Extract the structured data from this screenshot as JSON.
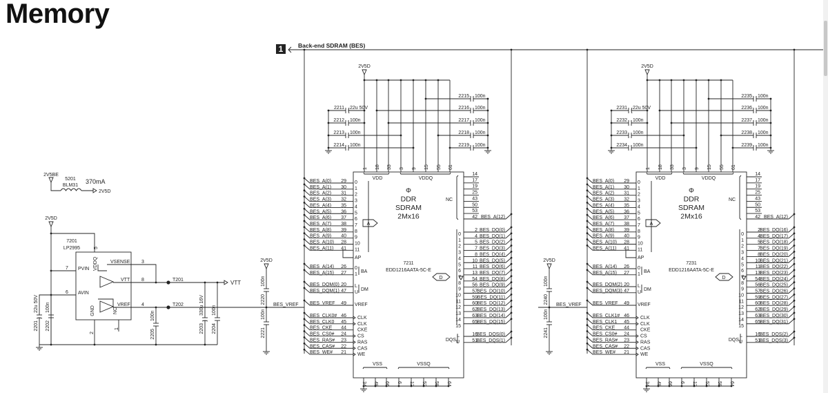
{
  "page": {
    "title": "Memory"
  },
  "sheet": {
    "marker": "1",
    "bus_label": "Back-end SDRAM (BES)"
  },
  "filter": {
    "supply": "2V5BE",
    "ref": "5201",
    "part": "BLM31",
    "current": "370mA",
    "output": "2V5D"
  },
  "regulator": {
    "supply": "2V5D",
    "ref": "7201",
    "part": "LP2995",
    "pins": {
      "vddq": "5",
      "pvin": "7",
      "avin": "6",
      "vsense": "3",
      "vtt": "8",
      "vref": "4",
      "gnd": "2",
      "nc": "1"
    },
    "labels": {
      "vddq": "VDDQ",
      "pvin": "PVIN",
      "avin": "AVIN",
      "vsense": "VSENSE",
      "vtt": "VTT",
      "vref": "VREF",
      "gnd": "GND",
      "nc": "NC"
    },
    "test_points": [
      "T201",
      "T202"
    ],
    "vtt_out": "VTT",
    "caps": [
      {
        "ref": "2201",
        "value": "22u 50V"
      },
      {
        "ref": "2202",
        "value": "100n"
      },
      {
        "ref": "2205",
        "value": "100n"
      },
      {
        "ref": "2203",
        "value": "330u 16V"
      },
      {
        "ref": "2204",
        "value": "100n"
      }
    ]
  },
  "chips": [
    {
      "ref": "7211",
      "part": "EDD1216AATA-5C-E",
      "title": [
        "Φ",
        "DDR",
        "SDRAM",
        "2Mx16"
      ],
      "supply": "2V5D",
      "vref": {
        "supply": "2V5D",
        "net": "BES_VREF",
        "caps": [
          {
            "ref": "2220",
            "value": "100n"
          },
          {
            "ref": "2221",
            "value": "100n"
          }
        ]
      },
      "decoupling_left": [
        {
          "ref": "2211",
          "value": "22u 50V"
        },
        {
          "ref": "2212",
          "value": "100n"
        },
        {
          "ref": "2213",
          "value": "100n"
        },
        {
          "ref": "2214",
          "value": "100n"
        }
      ],
      "decoupling_right": [
        {
          "ref": "2215",
          "value": "100n"
        },
        {
          "ref": "2216",
          "value": "100n"
        },
        {
          "ref": "2217",
          "value": "100n"
        },
        {
          "ref": "2218",
          "value": "100n"
        },
        {
          "ref": "2219",
          "value": "100n"
        }
      ],
      "group_labels": {
        "vdd": "VDD",
        "vddq": "VDDQ",
        "vss": "VSS",
        "vssq": "VSSQ",
        "nc": "NC",
        "ba": "BA",
        "dm": "DM",
        "dqs": "DQS",
        "ap": "AP",
        "vref": "VREF",
        "addr_port": "A",
        "data_port": "D"
      },
      "vdd_pins": [
        "1",
        "18",
        "33"
      ],
      "vddq_pins": [
        "3",
        "9",
        "15",
        "55",
        "61"
      ],
      "vss_pins": [
        "34",
        "48",
        "66"
      ],
      "vssq_pins": [
        "6",
        "12",
        "52",
        "58",
        "64"
      ],
      "address": [
        {
          "net": "BES_A(0)",
          "pin": "29",
          "idx": "0"
        },
        {
          "net": "BES_A(1)",
          "pin": "30",
          "idx": "1"
        },
        {
          "net": "BES_A(2)",
          "pin": "31",
          "idx": "2"
        },
        {
          "net": "BES_A(3)",
          "pin": "32",
          "idx": "3"
        },
        {
          "net": "BES_A(4)",
          "pin": "35",
          "idx": "4"
        },
        {
          "net": "BES_A(5)",
          "pin": "36",
          "idx": "5"
        },
        {
          "net": "BES_A(6)",
          "pin": "37",
          "idx": "6"
        },
        {
          "net": "BES_A(7)",
          "pin": "38",
          "idx": "7"
        },
        {
          "net": "BES_A(8)",
          "pin": "39",
          "idx": "8"
        },
        {
          "net": "BES_A(9)",
          "pin": "40",
          "idx": "9"
        },
        {
          "net": "BES_A(10)",
          "pin": "28",
          "idx": "10"
        },
        {
          "net": "BES_A(11)",
          "pin": "41",
          "idx": "11"
        }
      ],
      "bank": [
        {
          "net": "BES_A(14)",
          "pin": "26",
          "idx": "0"
        },
        {
          "net": "BES_A(15)",
          "pin": "27",
          "idx": "1"
        }
      ],
      "dm": [
        {
          "net": "BES_DQM(0)",
          "pin": "20",
          "idx": "L"
        },
        {
          "net": "BES_DQM(1)",
          "pin": "47",
          "idx": "U"
        }
      ],
      "vref_pin": {
        "net": "BES_VREF",
        "pin": "49"
      },
      "control": [
        {
          "net": "BES_CLK0#",
          "pin": "46",
          "func": "CLK"
        },
        {
          "net": "BES_CLK0",
          "pin": "45",
          "func": "CLK"
        },
        {
          "net": "BES_CKE",
          "pin": "44",
          "func": "CKE"
        },
        {
          "net": "BES_CS0#",
          "pin": "24",
          "func": "CS"
        },
        {
          "net": "BES_RAS#",
          "pin": "23",
          "func": "RAS"
        },
        {
          "net": "BES_CAS#",
          "pin": "22",
          "func": "CAS"
        },
        {
          "net": "BES_WE#",
          "pin": "21",
          "func": "WE"
        }
      ],
      "nc_pins": [
        "14",
        "17",
        "19",
        "25",
        "43",
        "50",
        "53"
      ],
      "a12": {
        "net": "BES_A(12)",
        "pin": "42"
      },
      "data": [
        {
          "net": "BES_DQ(0)",
          "pin": "2"
        },
        {
          "net": "BES_DQ(1)",
          "pin": "4"
        },
        {
          "net": "BES_DQ(2)",
          "pin": "5"
        },
        {
          "net": "BES_DQ(3)",
          "pin": "7"
        },
        {
          "net": "BES_DQ(4)",
          "pin": "8"
        },
        {
          "net": "BES_DQ(5)",
          "pin": "10"
        },
        {
          "net": "BES_DQ(6)",
          "pin": "11"
        },
        {
          "net": "BES_DQ(7)",
          "pin": "13"
        },
        {
          "net": "BES_DQ(8)",
          "pin": "54"
        },
        {
          "net": "BES_DQ(9)",
          "pin": "56"
        },
        {
          "net": "BES_DQ(10)",
          "pin": "57"
        },
        {
          "net": "BES_DQ(11)",
          "pin": "59"
        },
        {
          "net": "BES_DQ(12)",
          "pin": "60"
        },
        {
          "net": "BES_DQ(13)",
          "pin": "62"
        },
        {
          "net": "BES_DQ(14)",
          "pin": "63"
        },
        {
          "net": "BES_DQ(15)",
          "pin": "65"
        }
      ],
      "dqs": [
        {
          "net": "BES_DQS(0)",
          "pin": "16",
          "idx": "L"
        },
        {
          "net": "BES_DQS(1)",
          "pin": "51",
          "idx": "U"
        }
      ]
    },
    {
      "ref": "7231",
      "part": "EDD1216AATA-5C-E",
      "title": [
        "Φ",
        "DDR",
        "SDRAM",
        "2Mx16"
      ],
      "supply": "2V5D",
      "vref": {
        "supply": "2V5D",
        "net": "BES_VREF",
        "caps": [
          {
            "ref": "2240",
            "value": "100n"
          },
          {
            "ref": "2241",
            "value": "100n"
          }
        ]
      },
      "decoupling_left": [
        {
          "ref": "2231",
          "value": "22u 50V"
        },
        {
          "ref": "2232",
          "value": "100n"
        },
        {
          "ref": "2233",
          "value": "100n"
        },
        {
          "ref": "2234",
          "value": "100n"
        }
      ],
      "decoupling_right": [
        {
          "ref": "2235",
          "value": "100n"
        },
        {
          "ref": "2236",
          "value": "100n"
        },
        {
          "ref": "2237",
          "value": "100n"
        },
        {
          "ref": "2238",
          "value": "100n"
        },
        {
          "ref": "2239",
          "value": "100n"
        }
      ],
      "group_labels": {
        "vdd": "VDD",
        "vddq": "VDDQ",
        "vss": "VSS",
        "vssq": "VSSQ",
        "nc": "NC",
        "ba": "BA",
        "dm": "DM",
        "dqs": "DQS",
        "ap": "AP",
        "vref": "VREF",
        "addr_port": "A",
        "data_port": "D"
      },
      "vdd_pins": [
        "1",
        "18",
        "33"
      ],
      "vddq_pins": [
        "3",
        "9",
        "15",
        "55",
        "61"
      ],
      "vss_pins": [
        "34",
        "48",
        "66"
      ],
      "vssq_pins": [
        "6",
        "12",
        "52",
        "58",
        "64"
      ],
      "address": [
        {
          "net": "BES_A(0)",
          "pin": "29",
          "idx": "0"
        },
        {
          "net": "BES_A(1)",
          "pin": "30",
          "idx": "1"
        },
        {
          "net": "BES_A(2)",
          "pin": "31",
          "idx": "2"
        },
        {
          "net": "BES_A(3)",
          "pin": "32",
          "idx": "3"
        },
        {
          "net": "BES_A(4)",
          "pin": "35",
          "idx": "4"
        },
        {
          "net": "BES_A(5)",
          "pin": "36",
          "idx": "5"
        },
        {
          "net": "BES_A(6)",
          "pin": "37",
          "idx": "6"
        },
        {
          "net": "BES_A(7)",
          "pin": "38",
          "idx": "7"
        },
        {
          "net": "BES_A(8)",
          "pin": "39",
          "idx": "8"
        },
        {
          "net": "BES_A(9)",
          "pin": "40",
          "idx": "9"
        },
        {
          "net": "BES_A(10)",
          "pin": "28",
          "idx": "10"
        },
        {
          "net": "BES_A(11)",
          "pin": "41",
          "idx": "11"
        }
      ],
      "bank": [
        {
          "net": "BES_A(14)",
          "pin": "26",
          "idx": "0"
        },
        {
          "net": "BES_A(15)",
          "pin": "27",
          "idx": "1"
        }
      ],
      "dm": [
        {
          "net": "BES_DQM(2)",
          "pin": "20",
          "idx": "L"
        },
        {
          "net": "BES_DQM(3)",
          "pin": "47",
          "idx": "U"
        }
      ],
      "vref_pin": {
        "net": "BES_VREF",
        "pin": "49"
      },
      "control": [
        {
          "net": "BES_CLK1#",
          "pin": "46",
          "func": "CLK"
        },
        {
          "net": "BES_CLK1",
          "pin": "45",
          "func": "CLK"
        },
        {
          "net": "BES_CKE",
          "pin": "44",
          "func": "CKE"
        },
        {
          "net": "BES_CS0#",
          "pin": "24",
          "func": "CS"
        },
        {
          "net": "BES_RAS#",
          "pin": "23",
          "func": "RAS"
        },
        {
          "net": "BES_CAS#",
          "pin": "22",
          "func": "CAS"
        },
        {
          "net": "BES_WE#",
          "pin": "21",
          "func": "WE"
        }
      ],
      "nc_pins": [
        "14",
        "17",
        "19",
        "25",
        "43",
        "50",
        "53"
      ],
      "a12": {
        "net": "BES_A(12)",
        "pin": "42"
      },
      "data": [
        {
          "net": "BES_DQ(16)",
          "pin": "2"
        },
        {
          "net": "BES_DQ(17)",
          "pin": "4"
        },
        {
          "net": "BES_DQ(18)",
          "pin": "5"
        },
        {
          "net": "BES_DQ(19)",
          "pin": "7"
        },
        {
          "net": "BES_DQ(20)",
          "pin": "8"
        },
        {
          "net": "BES_DQ(21)",
          "pin": "10"
        },
        {
          "net": "BES_DQ(22)",
          "pin": "11"
        },
        {
          "net": "BES_DQ(23)",
          "pin": "13"
        },
        {
          "net": "BES_DQ(24)",
          "pin": "54"
        },
        {
          "net": "BES_DQ(25)",
          "pin": "56"
        },
        {
          "net": "BES_DQ(26)",
          "pin": "57"
        },
        {
          "net": "BES_DQ(27)",
          "pin": "59"
        },
        {
          "net": "BES_DQ(28)",
          "pin": "60"
        },
        {
          "net": "BES_DQ(29)",
          "pin": "62"
        },
        {
          "net": "BES_DQ(30)",
          "pin": "63"
        },
        {
          "net": "BES_DQ(31)",
          "pin": "65"
        }
      ],
      "dqs": [
        {
          "net": "BES_DQS(2)",
          "pin": "16",
          "idx": "L"
        },
        {
          "net": "BES_DQS(3)",
          "pin": "51",
          "idx": "U"
        }
      ]
    }
  ]
}
